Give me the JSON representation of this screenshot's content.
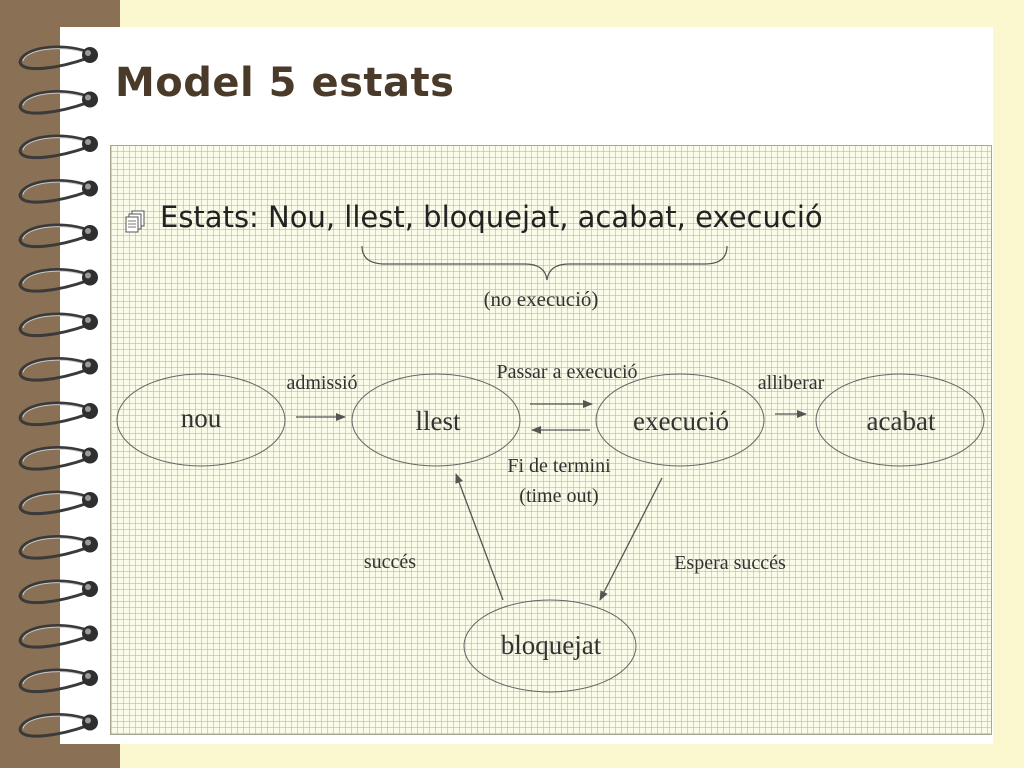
{
  "slide": {
    "title": "Model 5 estats",
    "bullet": "Estats: Nou, llest, bloquejat, acabat, execució"
  },
  "diagram": {
    "brace_label": "(no execució)",
    "states": {
      "nou": "nou",
      "llest": "llest",
      "execucio": "execució",
      "acabat": "acabat",
      "bloquejat": "bloquejat"
    },
    "transitions": {
      "admissio": "admissió",
      "passar_a_execucio": "Passar a execució",
      "alliberar": "alliberar",
      "fi_de_termini_1": "Fi de termini",
      "fi_de_termini_2": "(time out)",
      "succes": "succés",
      "espera_succes": "Espera succés"
    }
  },
  "colors": {
    "spine": "#8a7155",
    "background": "#fbf8cf",
    "title": "#4a3a2a"
  }
}
